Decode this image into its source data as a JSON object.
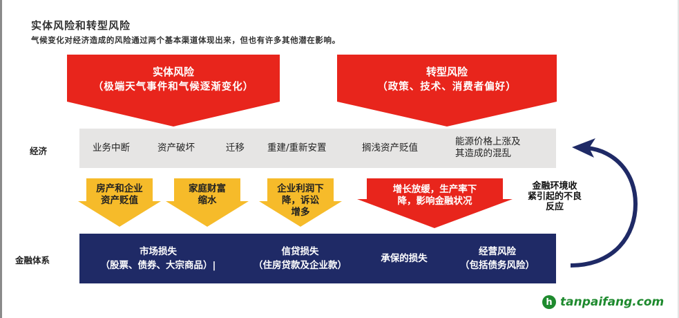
{
  "header": {
    "title": "实体风险和转型风险",
    "subtitle": "气候变化对经济造成的风险通过两个基本渠道体现出来，但也有许多其他潜在影响。"
  },
  "risk_sources": [
    {
      "title": "实体风险",
      "detail": "（极端天气事件和气候逐渐变化）"
    },
    {
      "title": "转型风险",
      "detail": "（政策、技术、消费者偏好）"
    }
  ],
  "economy": {
    "label": "经济",
    "items": [
      "业务中断",
      "资产破坏",
      "迁移",
      "重建/重新安置",
      "搁浅资产贬值",
      "能源价格上涨及",
      "其造成的混乱"
    ]
  },
  "transmission": {
    "yellow": [
      {
        "line1": "房产和企业",
        "line2": "资产贬值",
        "line3": ""
      },
      {
        "line1": "家庭财富",
        "line2": "缩水",
        "line3": ""
      },
      {
        "line1": "企业利润下",
        "line2": "降，诉讼",
        "line3": "增多"
      }
    ],
    "red": {
      "line1": "增长放缓，生产率下",
      "line2": "降，影响金融状况"
    },
    "feedback": {
      "line1": "金融环境收",
      "line2": "紧引起的不良",
      "line3": "反应"
    }
  },
  "financial_system": {
    "label": "金融体系",
    "items": [
      {
        "line1": "市场损失",
        "line2": "（股票、债券、大宗商品）|"
      },
      {
        "line1": "信贷损失",
        "line2": "（住房贷款及企业款）"
      },
      {
        "line1": "承保的损失",
        "line2": ""
      },
      {
        "line1": "经营风险",
        "line2": "（包括债务风险）"
      }
    ]
  },
  "watermark": {
    "icon_letter": "h",
    "text": "tanpaifang.com"
  },
  "colors": {
    "red": "#e8251c",
    "yellow": "#f6bb2a",
    "navy": "#1f2a66",
    "gray_bar": "#e6e5e4",
    "logo_green": "#1e8a2e"
  }
}
